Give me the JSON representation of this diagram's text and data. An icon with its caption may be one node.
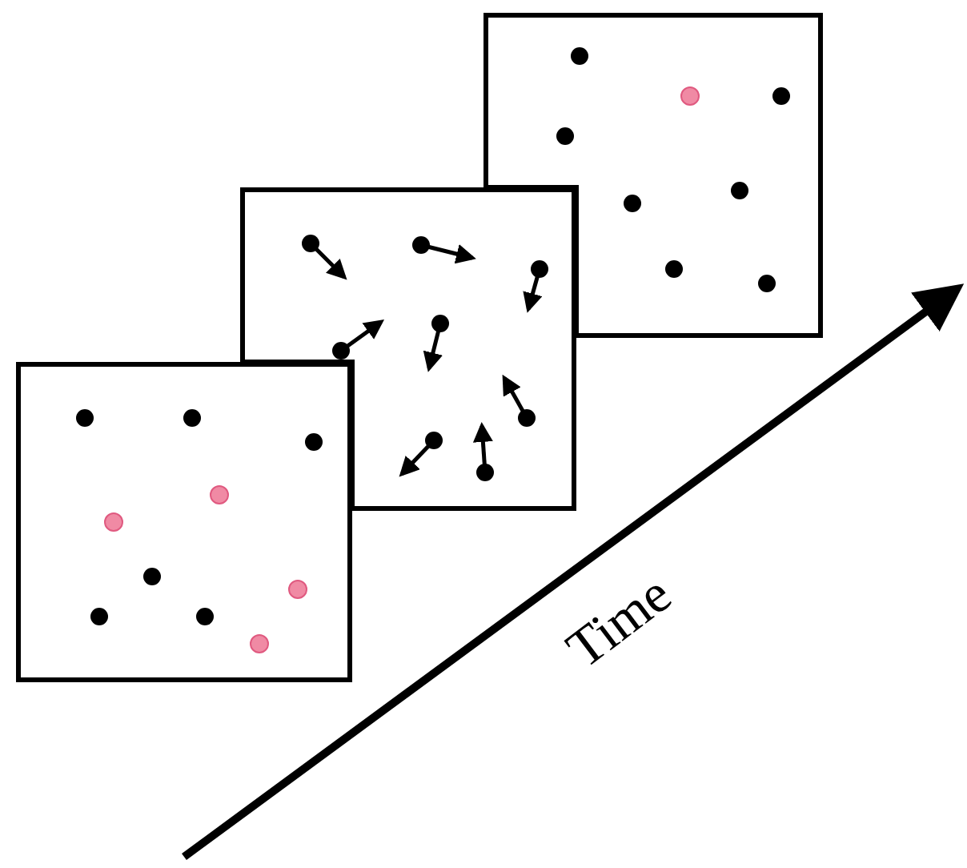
{
  "diagram": {
    "nodes": [
      {
        "text": [],
        "shape": "box"
      },
      {
        "text": [],
        "shape": "box"
      },
      {
        "text": [],
        "shape": "box"
      }
    ],
    "labels": [
      "Time"
    ]
  }
}
